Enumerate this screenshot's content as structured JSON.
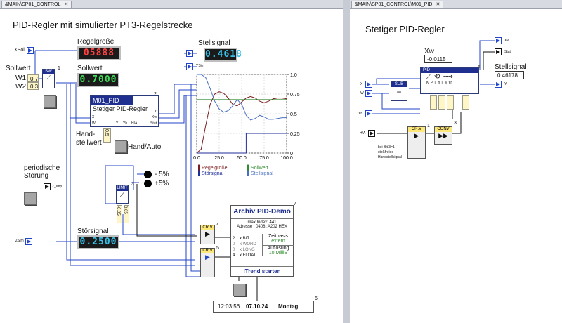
{
  "tabs": {
    "left": "&MAIN\\SP01_CONTROL",
    "right": "&MAIN\\SP01_CONTROL\\M01_PID"
  },
  "left": {
    "title": "PID-Regler mit simulierter PT3-Regelstrecke",
    "xsoll_port": "XSoll",
    "regelgroesse": {
      "label": "Regelgröße",
      "value": "05888"
    },
    "sollwert_label": "Sollwert",
    "sollwert": {
      "label": "Sollwert",
      "value": "0.7000"
    },
    "w1": {
      "label": "W1",
      "value": "0.7"
    },
    "w2": {
      "label": "W2",
      "value": "0.3"
    },
    "sw_block": "SW",
    "sw_num": "1",
    "pid_block": {
      "header": "M01_PID",
      "name": "Stetiger PID-Regler",
      "num": "2",
      "ports_left": [
        "X",
        "W"
      ],
      "ports_right": [
        "Y",
        "Xw",
        "Stat"
      ],
      "ports_bottom": [
        "Y",
        "Yh",
        "H/A"
      ]
    },
    "handstellwert": {
      "label1": "Hand-",
      "label2": "stellwert",
      "value": "0.5"
    },
    "hand_auto": "Hand/Auto",
    "stellsignal": {
      "label": "Stellsignal",
      "value": "0.4618"
    },
    "ysim_port": "YSim",
    "periodische": {
      "line1": "periodische",
      "line2": "Störung",
      "port": "Z_Imp"
    },
    "limit_block": "LIMIT",
    "limit_num": "3",
    "limit_vals": [
      "-0.05",
      "0.05"
    ],
    "led1": "- 5%",
    "led2": "+5%",
    "stoersignal": {
      "label": "Störsignal",
      "value": "0.2500",
      "port": "ZSim"
    },
    "crv1": {
      "label": "CR.V",
      "num": "4"
    },
    "crv2": {
      "label": "CR.V",
      "num": "5"
    },
    "archiv": {
      "title": "Archiv PID-Demo",
      "max_index": "max.Index: 441",
      "adresse": "Adresse  : 0408 :A202 HEX",
      "inputs": [
        {
          "num": "2",
          "type": "x BIT"
        },
        {
          "num": "0",
          "type": "x WORD"
        },
        {
          "num": "0",
          "type": "x LONG"
        },
        {
          "num": "4",
          "type": "x FLOAT"
        }
      ],
      "zeitbasis_label": "Zeitbasis",
      "zeitbasis_value": "extern",
      "aufloesung_label": "Auflösung",
      "aufloesung_value": "10 MilliS",
      "start": "iTrend starten",
      "num": "7"
    },
    "clock": {
      "time": "12:03:56",
      "date": "07.10.24",
      "day": "Montag",
      "num": "6"
    }
  },
  "chart_data": {
    "type": "line",
    "x": [
      0,
      5,
      10,
      15,
      20,
      25,
      30,
      35,
      40,
      45,
      50,
      55,
      60,
      65,
      70,
      75,
      80,
      85,
      90,
      95,
      100
    ],
    "xlim": [
      0,
      100
    ],
    "ylim": [
      0,
      1
    ],
    "x_ticks": [
      "0.0",
      "25.0",
      "50.0",
      "75.0",
      "100.0"
    ],
    "y_ticks": [
      "0",
      "0.25",
      "0.5",
      "0.75",
      "1.0"
    ],
    "series": [
      {
        "name": "Regelgröße",
        "color": "#7b1d1d",
        "values": [
          0.0,
          0.05,
          0.35,
          0.62,
          0.75,
          0.78,
          0.76,
          0.7,
          0.62,
          0.6,
          0.65,
          0.7,
          0.72,
          0.7,
          0.66,
          0.64,
          0.66,
          0.69,
          0.7,
          0.7,
          0.69
        ]
      },
      {
        "name": "Sollwert",
        "color": "#2e8b2e",
        "values": [
          0.68,
          0.68,
          0.68,
          0.68,
          0.68,
          0.68,
          0.68,
          0.68,
          0.68,
          0.68,
          0.68,
          0.68,
          0.68,
          0.68,
          0.68,
          0.68,
          0.68,
          0.68,
          0.68,
          0.68,
          0.68
        ]
      },
      {
        "name": "Störsignal",
        "color": "#1f2e9a",
        "values": [
          0,
          0,
          0,
          0,
          0,
          0,
          0,
          0,
          0,
          0,
          0,
          0.25,
          0.25,
          0.25,
          0.25,
          0.25,
          0.25,
          0.25,
          0.25,
          0.25,
          0.25
        ]
      },
      {
        "name": "Stellsignal",
        "color": "#4a6fc0",
        "values": [
          1.0,
          1.0,
          0.96,
          0.82,
          0.66,
          0.56,
          0.52,
          0.54,
          0.6,
          0.68,
          0.62,
          0.48,
          0.42,
          0.44,
          0.48,
          0.46,
          0.43,
          0.43,
          0.44,
          0.45,
          0.45
        ]
      }
    ]
  },
  "right": {
    "title": "Stetiger PID-Regler",
    "xw": {
      "label": "Xw",
      "value": "-0.0115"
    },
    "stellsignal": {
      "label": "Stellsignal",
      "value": "0.46178"
    },
    "ports_right": [
      "Xw",
      "Stat",
      "Y"
    ],
    "ports_left": [
      "X",
      "W",
      "Yh",
      "H/A"
    ],
    "sub_block": "SUB",
    "pid_block": "PID",
    "pid_num": "4",
    "pid_params": "K_P  T_n  T_V  Yh",
    "crv_label": "CR.V",
    "crv_num": "1",
    "conv_label": "CONV",
    "conv_num": "3",
    "note": [
      "bei Bit 3=1",
      "stoßfreies",
      "Handstellsignal"
    ]
  }
}
